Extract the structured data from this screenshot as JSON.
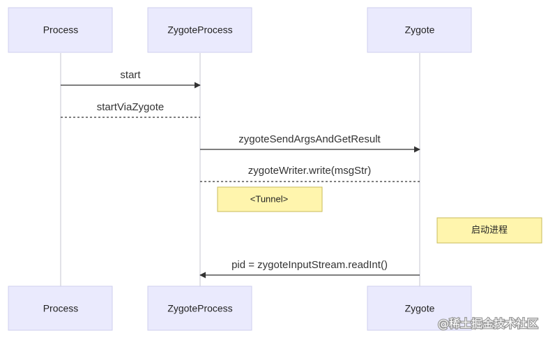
{
  "colors": {
    "actor_fill": "#eaeafd",
    "actor_stroke": "#cfcfee",
    "lifeline": "#cfcfd8",
    "arrow": "#333333",
    "note_fill": "#fff5ad",
    "note_stroke": "#c9bb5a"
  },
  "actors": [
    {
      "id": "process",
      "label": "Process"
    },
    {
      "id": "zygote-process",
      "label": "ZygoteProcess"
    },
    {
      "id": "zygote",
      "label": "Zygote"
    }
  ],
  "messages": [
    {
      "id": "start",
      "label": "start",
      "from": "process",
      "to": "zygote-process",
      "style": "solid"
    },
    {
      "id": "start-via-zygote",
      "label": "startViaZygote",
      "from": "zygote-process",
      "to": "process",
      "style": "dotted"
    },
    {
      "id": "send-args",
      "label": "zygoteSendArgsAndGetResult",
      "from": "zygote-process",
      "to": "zygote",
      "style": "solid"
    },
    {
      "id": "writer-write",
      "label": "zygoteWriter.write(msgStr)",
      "from": "zygote",
      "to": "zygote-process",
      "style": "dotted"
    },
    {
      "id": "read-int",
      "label": "pid = zygoteInputStream.readInt()",
      "from": "zygote",
      "to": "zygote-process",
      "style": "solid"
    }
  ],
  "notes": [
    {
      "id": "tunnel",
      "label": "<Tunnel>"
    },
    {
      "id": "start-process",
      "label": "启动进程"
    }
  ],
  "watermark": "@稀土掘金技术社区"
}
